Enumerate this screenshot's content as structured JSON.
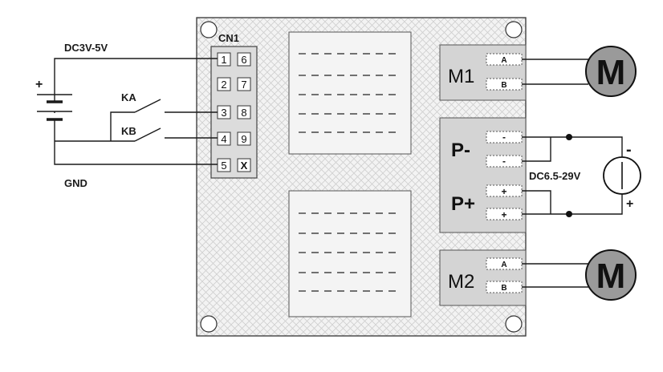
{
  "supply_label": "DC3V-5V",
  "ground_label": "GND",
  "battery_plus": "+",
  "connector": {
    "name": "CN1",
    "left_pins": [
      "1",
      "2",
      "3",
      "4",
      "5"
    ],
    "right_pins": [
      "6",
      "7",
      "8",
      "9",
      "X"
    ]
  },
  "switches": {
    "a": "KA",
    "b": "KB"
  },
  "motor_ports": {
    "m1": {
      "name": "M1",
      "terminals": [
        "A",
        "B"
      ]
    },
    "m2": {
      "name": "M2",
      "terminals": [
        "A",
        "B"
      ]
    }
  },
  "power_port": {
    "minus_label": "P-",
    "plus_label": "P+",
    "terminals": [
      "-",
      "-",
      "+",
      "+"
    ]
  },
  "power_source": {
    "label": "DC6.5-29V",
    "minus": "-",
    "plus": "+"
  },
  "motor_symbol": "M",
  "colors": {
    "board_fill": "#f2f2f2",
    "module_fill": "#d4d4d4",
    "motor_fill": "#9a9a9a",
    "line": "#1a1a1a"
  }
}
